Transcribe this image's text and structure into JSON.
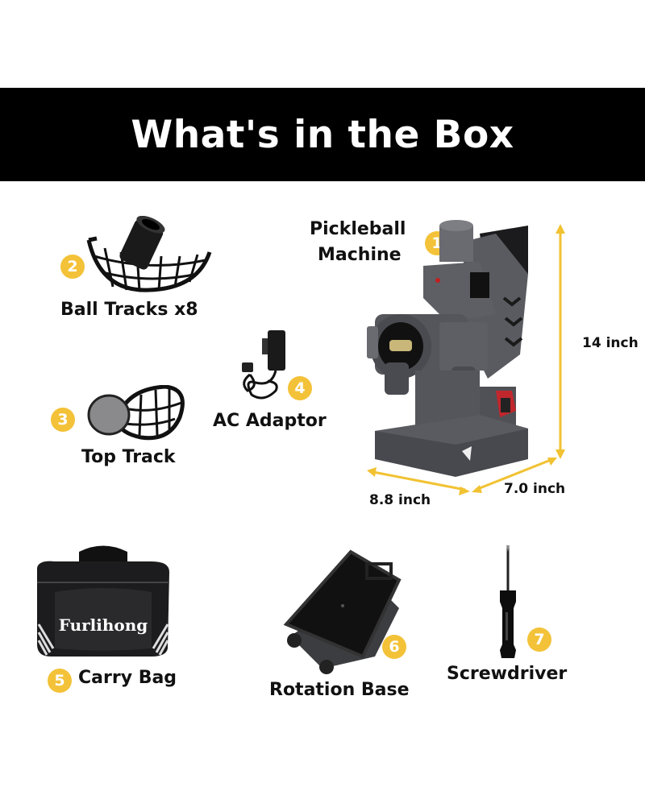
{
  "header": {
    "title": "What's in the Box"
  },
  "accent_color": "#f3c238",
  "items": [
    {
      "number": "1",
      "label_line1": "Pickleball",
      "label_line2": "Machine",
      "icon": "pickleball-machine-image"
    },
    {
      "number": "2",
      "label": "Ball Tracks x8",
      "icon": "ball-track-image"
    },
    {
      "number": "3",
      "label": "Top Track",
      "icon": "top-track-image"
    },
    {
      "number": "4",
      "label": "AC Adaptor",
      "icon": "ac-adaptor-image"
    },
    {
      "number": "5",
      "label": "Carry Bag",
      "icon": "carry-bag-image",
      "brand_text": "Furlihong"
    },
    {
      "number": "6",
      "label": "Rotation Base",
      "icon": "rotation-base-image"
    },
    {
      "number": "7",
      "label": "Screwdriver",
      "icon": "screwdriver-image"
    }
  ],
  "dimensions": {
    "height": "14 inch",
    "depth": "8.8 inch",
    "width": "7.0 inch"
  }
}
